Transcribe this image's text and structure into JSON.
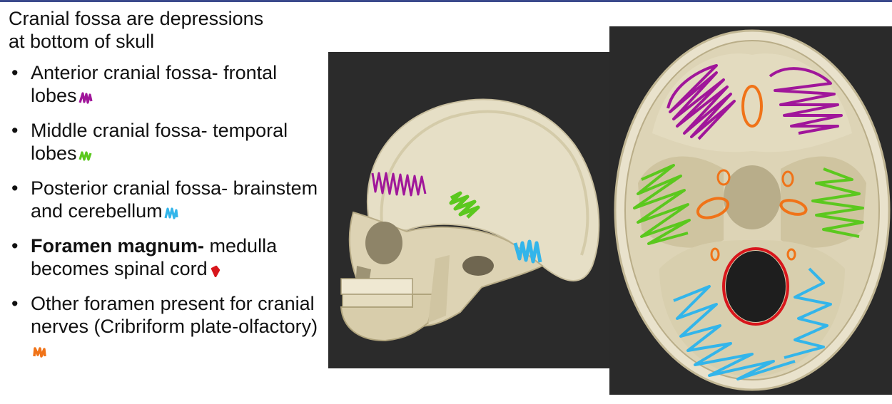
{
  "intro": {
    "line1": "Cranial fossa are depressions",
    "line2": "at bottom of skull"
  },
  "bullets": [
    {
      "text": "Anterior cranial fossa- frontal lobes",
      "swatch_color": "#a0169a"
    },
    {
      "text": "Middle cranial fossa- temporal lobes",
      "swatch_color": "#5bc81e"
    },
    {
      "text": "Posterior cranial fossa- brainstem and cerebellum",
      "swatch_color": "#33b5ea"
    },
    {
      "bold": "Foramen magnum-",
      "text": " medulla becomes spinal cord",
      "swatch_color": "#d8161c"
    },
    {
      "text": "Other foramen present for cranial nerves (Cribriform plate-olfactory)",
      "swatch_color": "#f07318"
    }
  ],
  "bullet_glyph": "•",
  "images": {
    "lateral": {
      "icon": "lateral-skull-photo",
      "background": "#2b2b2b"
    },
    "base": {
      "icon": "skull-base-photo",
      "background": "#2a2a2a"
    }
  },
  "colors": {
    "anterior": "#a0169a",
    "middle": "#5bc81e",
    "posterior": "#33b5ea",
    "magnum": "#d8161c",
    "foramen": "#f07318",
    "accent_rule": "#3b4a8c"
  }
}
